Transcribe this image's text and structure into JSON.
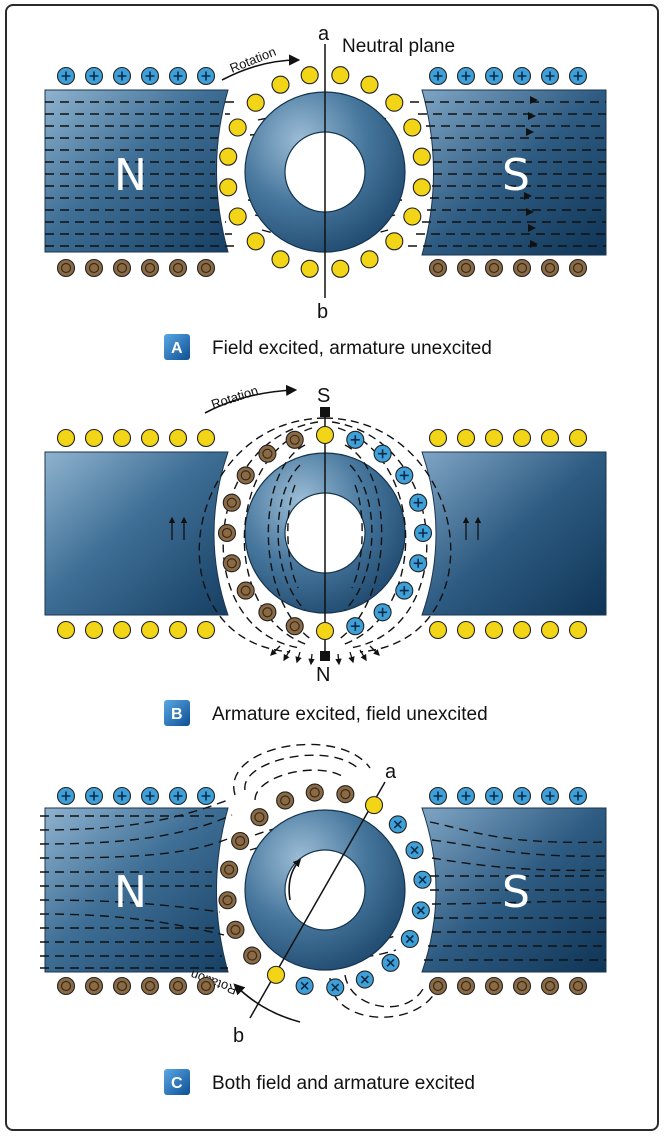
{
  "panels": [
    {
      "badge": "A",
      "caption": "Field excited, armature unexcited",
      "labels": {
        "top": "a",
        "bottom": "b",
        "plane": "Neutral plane",
        "rotation": "Rotation",
        "left_pole": "N",
        "right_pole": "S"
      }
    },
    {
      "badge": "B",
      "caption": "Armature excited, field unexcited",
      "labels": {
        "top": "S",
        "bottom": "N",
        "rotation": "Rotation"
      }
    },
    {
      "badge": "C",
      "caption": "Both field and armature excited",
      "labels": {
        "top": "a",
        "bottom": "b",
        "rotation": "Rotation",
        "left_pole": "N",
        "right_pole": "S"
      }
    }
  ],
  "colors": {
    "pole": "#2c5a80",
    "armature": "#3a6d95",
    "badge": "#1f6fb8",
    "conductor_neutral": "#f2d516",
    "conductor_plus": "#3fa0d8",
    "conductor_dot": "#8a6a45"
  }
}
